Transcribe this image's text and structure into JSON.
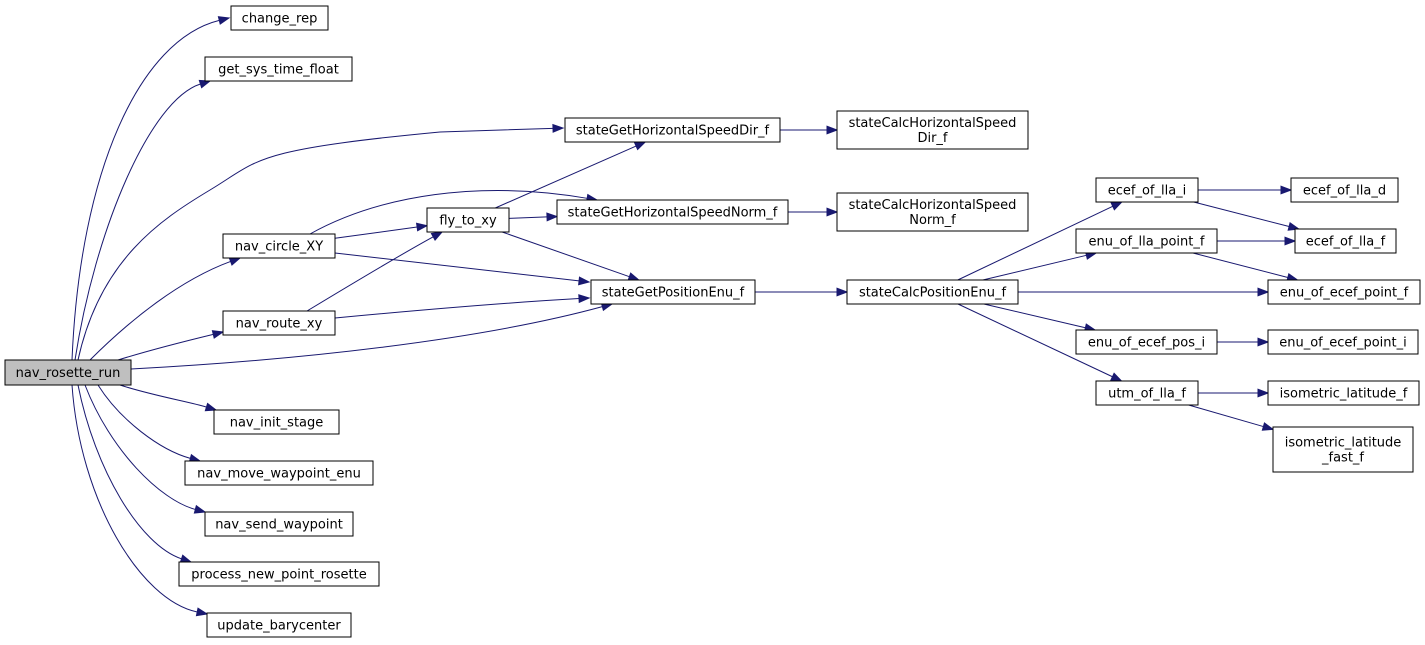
{
  "diagram": {
    "nodes": [
      {
        "id": "nav_rosette_run",
        "label": "nav_rosette_run",
        "root": true
      },
      {
        "id": "change_rep",
        "label": "change_rep"
      },
      {
        "id": "get_sys_time_float",
        "label": "get_sys_time_float"
      },
      {
        "id": "nav_circle_XY",
        "label": "nav_circle_XY"
      },
      {
        "id": "nav_route_xy",
        "label": "nav_route_xy"
      },
      {
        "id": "nav_init_stage",
        "label": "nav_init_stage"
      },
      {
        "id": "nav_move_waypoint_enu",
        "label": "nav_move_waypoint_enu"
      },
      {
        "id": "nav_send_waypoint",
        "label": "nav_send_waypoint"
      },
      {
        "id": "process_new_point_rosette",
        "label": "process_new_point_rosette"
      },
      {
        "id": "update_barycenter",
        "label": "update_barycenter"
      },
      {
        "id": "fly_to_xy",
        "label": "fly_to_xy"
      },
      {
        "id": "stateGetHorizontalSpeedDir_f",
        "label": "stateGetHorizontalSpeedDir_f"
      },
      {
        "id": "stateGetHorizontalSpeedNorm_f",
        "label": "stateGetHorizontalSpeedNorm_f"
      },
      {
        "id": "stateGetPositionEnu_f",
        "label": "stateGetPositionEnu_f"
      },
      {
        "id": "stateCalcHorizontalSpeedDir_f",
        "label_lines": [
          "stateCalcHorizontalSpeed",
          "Dir_f"
        ]
      },
      {
        "id": "stateCalcHorizontalSpeedNorm_f",
        "label_lines": [
          "stateCalcHorizontalSpeed",
          "Norm_f"
        ]
      },
      {
        "id": "stateCalcPositionEnu_f",
        "label": "stateCalcPositionEnu_f"
      },
      {
        "id": "ecef_of_lla_i",
        "label": "ecef_of_lla_i"
      },
      {
        "id": "enu_of_lla_point_f",
        "label": "enu_of_lla_point_f"
      },
      {
        "id": "enu_of_ecef_pos_i",
        "label": "enu_of_ecef_pos_i"
      },
      {
        "id": "utm_of_lla_f",
        "label": "utm_of_lla_f"
      },
      {
        "id": "ecef_of_lla_d",
        "label": "ecef_of_lla_d"
      },
      {
        "id": "ecef_of_lla_f",
        "label": "ecef_of_lla_f"
      },
      {
        "id": "enu_of_ecef_point_f",
        "label": "enu_of_ecef_point_f"
      },
      {
        "id": "enu_of_ecef_point_i",
        "label": "enu_of_ecef_point_i"
      },
      {
        "id": "isometric_latitude_f",
        "label": "isometric_latitude_f"
      },
      {
        "id": "isometric_latitude_fast_f",
        "label_lines": [
          "isometric_latitude",
          "_fast_f"
        ]
      }
    ],
    "edges": [
      [
        "nav_rosette_run",
        "change_rep"
      ],
      [
        "nav_rosette_run",
        "get_sys_time_float"
      ],
      [
        "nav_rosette_run",
        "stateGetHorizontalSpeedDir_f"
      ],
      [
        "nav_rosette_run",
        "nav_circle_XY"
      ],
      [
        "nav_rosette_run",
        "nav_route_xy"
      ],
      [
        "nav_rosette_run",
        "stateGetPositionEnu_f"
      ],
      [
        "nav_rosette_run",
        "nav_init_stage"
      ],
      [
        "nav_rosette_run",
        "nav_move_waypoint_enu"
      ],
      [
        "nav_rosette_run",
        "nav_send_waypoint"
      ],
      [
        "nav_rosette_run",
        "process_new_point_rosette"
      ],
      [
        "nav_rosette_run",
        "update_barycenter"
      ],
      [
        "nav_circle_XY",
        "fly_to_xy"
      ],
      [
        "nav_circle_XY",
        "stateGetHorizontalSpeedNorm_f"
      ],
      [
        "nav_circle_XY",
        "stateGetPositionEnu_f"
      ],
      [
        "nav_route_xy",
        "fly_to_xy"
      ],
      [
        "nav_route_xy",
        "stateGetPositionEnu_f"
      ],
      [
        "fly_to_xy",
        "stateGetHorizontalSpeedDir_f"
      ],
      [
        "fly_to_xy",
        "stateGetHorizontalSpeedNorm_f"
      ],
      [
        "fly_to_xy",
        "stateGetPositionEnu_f"
      ],
      [
        "stateGetHorizontalSpeedDir_f",
        "stateCalcHorizontalSpeedDir_f"
      ],
      [
        "stateGetHorizontalSpeedNorm_f",
        "stateCalcHorizontalSpeedNorm_f"
      ],
      [
        "stateGetPositionEnu_f",
        "stateCalcPositionEnu_f"
      ],
      [
        "stateCalcPositionEnu_f",
        "ecef_of_lla_i"
      ],
      [
        "stateCalcPositionEnu_f",
        "enu_of_lla_point_f"
      ],
      [
        "stateCalcPositionEnu_f",
        "enu_of_ecef_point_f"
      ],
      [
        "stateCalcPositionEnu_f",
        "enu_of_ecef_pos_i"
      ],
      [
        "stateCalcPositionEnu_f",
        "utm_of_lla_f"
      ],
      [
        "ecef_of_lla_i",
        "ecef_of_lla_d"
      ],
      [
        "ecef_of_lla_i",
        "ecef_of_lla_f"
      ],
      [
        "enu_of_lla_point_f",
        "ecef_of_lla_f"
      ],
      [
        "enu_of_lla_point_f",
        "enu_of_ecef_point_f"
      ],
      [
        "enu_of_ecef_pos_i",
        "enu_of_ecef_point_i"
      ],
      [
        "utm_of_lla_f",
        "isometric_latitude_f"
      ],
      [
        "utm_of_lla_f",
        "isometric_latitude_fast_f"
      ]
    ]
  }
}
